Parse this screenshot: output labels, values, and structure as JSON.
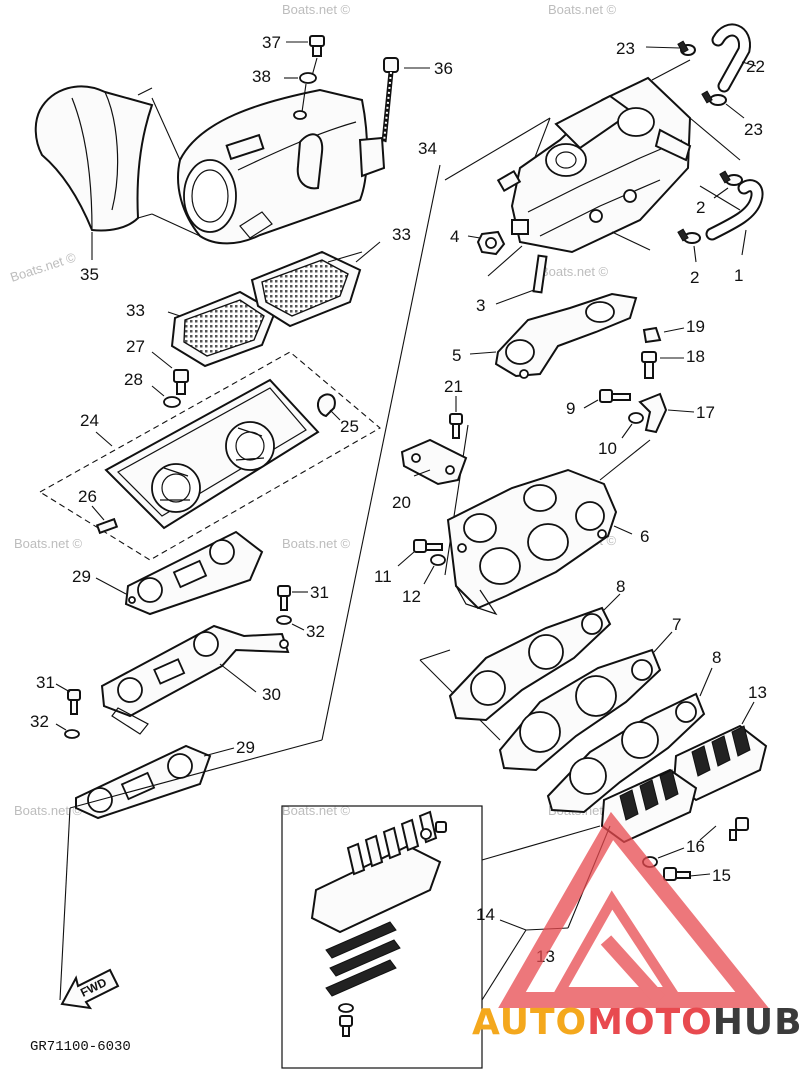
{
  "watermark": "Boats.net ©",
  "diagram_code": "GR71100-6030",
  "fwd_label": "FWD",
  "brand": {
    "auto": "AUTO",
    "moto": "MOTO",
    "hub": "HUB",
    "colors": {
      "auto": "#f4a81d",
      "moto": "#e84a4f",
      "hub": "#3b3b3b",
      "logo": "#e84a4f"
    }
  },
  "callouts": [
    "1",
    "2",
    "2",
    "3",
    "4",
    "5",
    "6",
    "7",
    "8",
    "8",
    "9",
    "10",
    "11",
    "12",
    "13",
    "13",
    "14",
    "15",
    "16",
    "17",
    "18",
    "19",
    "20",
    "21",
    "22",
    "23",
    "23",
    "24",
    "25",
    "26",
    "27",
    "28",
    "29",
    "29",
    "30",
    "31",
    "31",
    "32",
    "32",
    "33",
    "33",
    "34",
    "35",
    "36",
    "37",
    "38"
  ]
}
